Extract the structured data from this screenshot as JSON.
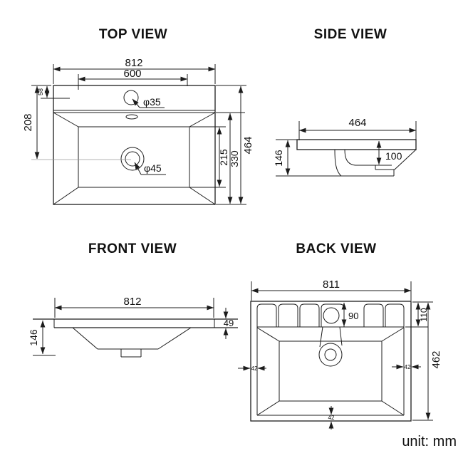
{
  "unit_note": "unit: mm",
  "colors": {
    "line": "#1c1c1c",
    "muted_line": "#9a9a9a",
    "background": "#ffffff",
    "text": "#111111"
  },
  "top_view": {
    "title": "TOP VIEW",
    "width": "812",
    "hole_span": "600",
    "front_depth": "208",
    "back_band": "58",
    "depth": "464",
    "basin_span": "330",
    "basin_inner": "215",
    "faucet_hole": "φ35",
    "drain_hole": "φ45"
  },
  "side_view": {
    "title": "SIDE VIEW",
    "depth": "464",
    "height": "146",
    "bowl_depth": "100"
  },
  "front_view": {
    "title": "FRONT VIEW",
    "width": "812",
    "height": "146",
    "rim_height": "49"
  },
  "back_view": {
    "title": "BACK VIEW",
    "width": "811",
    "height": "462",
    "top_band": "110",
    "faucet_drop": "90",
    "left_wall": "42",
    "right_wall": "42",
    "bottom_wall": "42"
  }
}
